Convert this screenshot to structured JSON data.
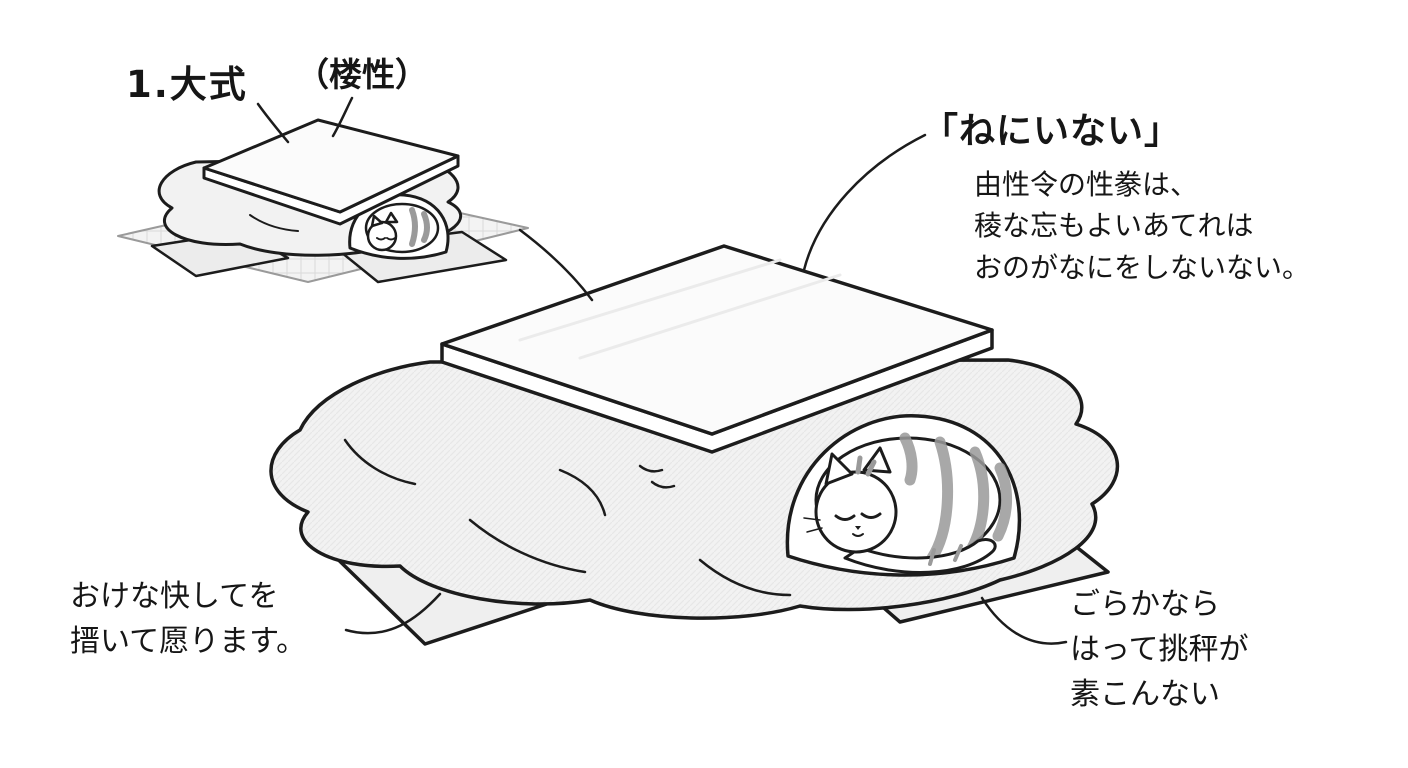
{
  "labels": {
    "small_title": "1.大式",
    "small_paren": "（楼性）",
    "quote_heading": "「ねにいない」",
    "right_lines": [
      "由性令の性豢は、",
      "稜な忘もよいあてれは",
      "おのがなにをしないない。"
    ],
    "bottom_left_lines": [
      "おけな快してを",
      "搢いて愿ります。"
    ],
    "bottom_right_lines": [
      "ごらかなら",
      "はって挑秤が",
      "素こんない"
    ]
  },
  "illustration": {
    "scene": "kotatsu-with-sleeping-cat",
    "elements": [
      "small-kotatsu",
      "tatami-mat",
      "floor-cushion-left",
      "floor-cushion-right",
      "large-kotatsu-blanket",
      "kotatsu-tabletop",
      "sleeping-striped-cat",
      "leader-lines"
    ]
  },
  "colors": {
    "ink": "#1c1c1c",
    "paper": "#ffffff",
    "blanket_fill": "#f2f2f2",
    "cushion_fill": "#ededed",
    "stripe_gray": "#9a9a9a"
  }
}
